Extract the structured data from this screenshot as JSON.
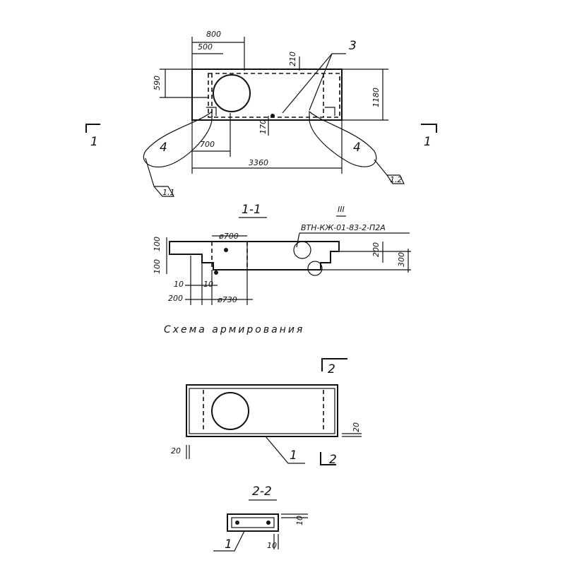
{
  "plan": {
    "dims": {
      "width_800": "800",
      "width_500": "500",
      "height_590": "590",
      "height_1180": "1180",
      "dim_210": "210",
      "dim_170": "170",
      "dim_700": "700",
      "total_3360": "3360"
    },
    "callouts": {
      "num_3": "3",
      "num_4_left": "4",
      "num_4_right": "4",
      "tag_left": "1.1",
      "tag_right": "1.2"
    },
    "section_marks": {
      "left": "1",
      "right": "1"
    }
  },
  "section_1_1": {
    "title": "1-1",
    "roman": "III",
    "ref": "ВТН-КЖ-01-83-2-П2А",
    "dims": {
      "d_100_top": "100",
      "d_100_bottom": "100",
      "d_10_left": "10",
      "d_10_right": "10",
      "d_200": "200",
      "phi_700": "ø700",
      "phi_730": "ø730",
      "d_200_right": "200",
      "d_300": "300"
    }
  },
  "reinforcement": {
    "title": "Схема армирования",
    "label_1": "1",
    "section_2_top": "2",
    "section_2_bottom": "2",
    "dim_20_left": "20",
    "dim_20_right": "20"
  },
  "section_2_2": {
    "title": "2-2",
    "label_1": "1",
    "dim_10_right": "10",
    "dim_10_bottom": "10"
  }
}
